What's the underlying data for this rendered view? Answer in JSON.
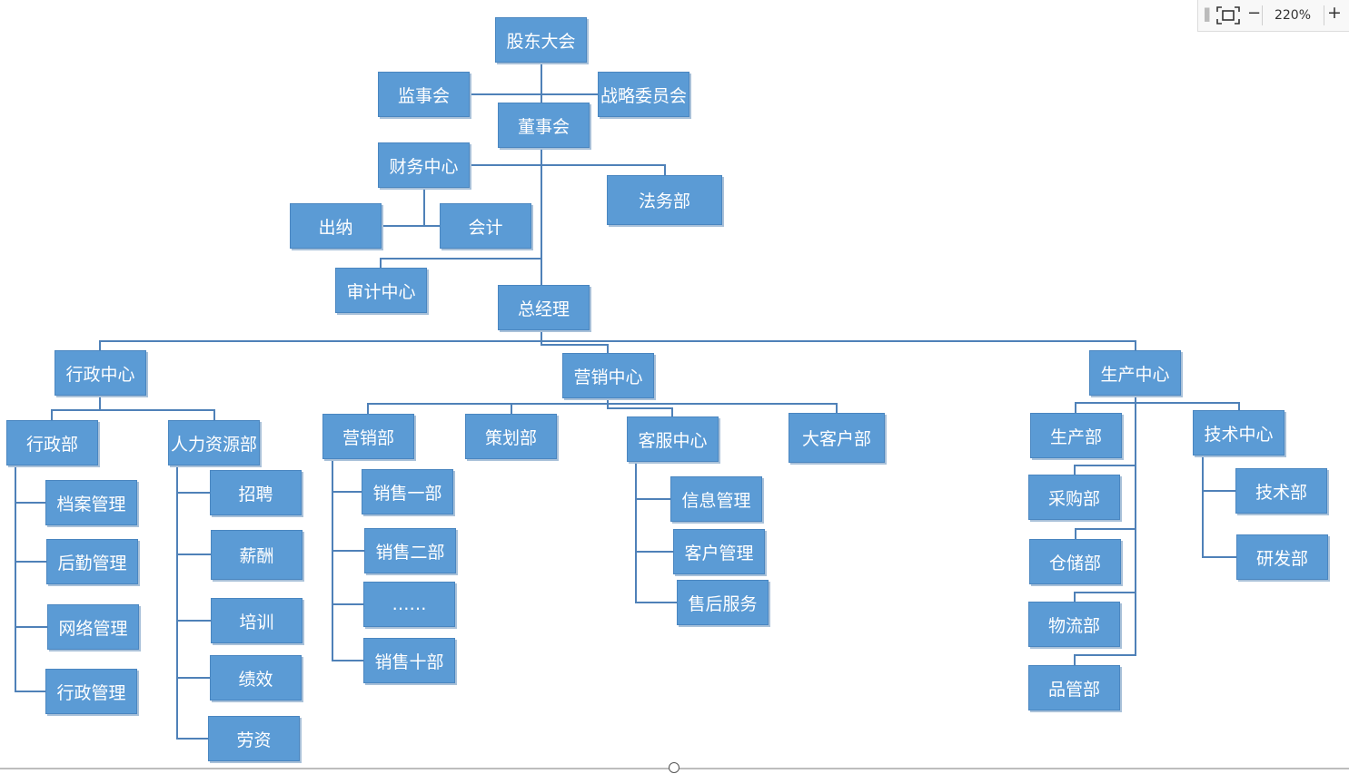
{
  "diagram": {
    "nodes": [
      {
        "id": "gudong",
        "label": "股东大会"
      },
      {
        "id": "jianshi",
        "label": "监事会"
      },
      {
        "id": "zhanlue",
        "label": "战略委员会"
      },
      {
        "id": "dongshi",
        "label": "董事会"
      },
      {
        "id": "caiwu",
        "label": "财务中心"
      },
      {
        "id": "fawu",
        "label": "法务部"
      },
      {
        "id": "chuna",
        "label": "出纳"
      },
      {
        "id": "kuaiji",
        "label": "会计"
      },
      {
        "id": "shenji",
        "label": "审计中心"
      },
      {
        "id": "zongjingli",
        "label": "总经理"
      },
      {
        "id": "xingzheng-zx",
        "label": "行政中心"
      },
      {
        "id": "yingxiao-zx",
        "label": "营销中心"
      },
      {
        "id": "shengchan-zx",
        "label": "生产中心"
      },
      {
        "id": "xingzhengbu",
        "label": "行政部"
      },
      {
        "id": "renli",
        "label": "人力资源部"
      },
      {
        "id": "dangan",
        "label": "档案管理"
      },
      {
        "id": "houqin",
        "label": "后勤管理"
      },
      {
        "id": "wangluo",
        "label": "网络管理"
      },
      {
        "id": "xingzheng-gl",
        "label": "行政管理"
      },
      {
        "id": "zhaopin",
        "label": "招聘"
      },
      {
        "id": "xinchou",
        "label": "薪酬"
      },
      {
        "id": "peixun",
        "label": "培训"
      },
      {
        "id": "jixiao",
        "label": "绩效"
      },
      {
        "id": "laozi",
        "label": "劳资"
      },
      {
        "id": "yingxiaobu",
        "label": "营销部"
      },
      {
        "id": "cehua",
        "label": "策划部"
      },
      {
        "id": "kefu",
        "label": "客服中心"
      },
      {
        "id": "dakehu",
        "label": "大客户部"
      },
      {
        "id": "xs1",
        "label": "销售一部"
      },
      {
        "id": "xs2",
        "label": "销售二部"
      },
      {
        "id": "xsdots",
        "label": "……"
      },
      {
        "id": "xs10",
        "label": "销售十部"
      },
      {
        "id": "xinxi",
        "label": "信息管理"
      },
      {
        "id": "kehu",
        "label": "客户管理"
      },
      {
        "id": "shouhou",
        "label": "售后服务"
      },
      {
        "id": "shengchanbu",
        "label": "生产部"
      },
      {
        "id": "jishu-zx",
        "label": "技术中心"
      },
      {
        "id": "caigou",
        "label": "采购部"
      },
      {
        "id": "cangchu",
        "label": "仓储部"
      },
      {
        "id": "wuliu",
        "label": "物流部"
      },
      {
        "id": "pinguan",
        "label": "品管部"
      },
      {
        "id": "jishubu",
        "label": "技术部"
      },
      {
        "id": "yanfa",
        "label": "研发部"
      }
    ],
    "edges": [
      [
        "gudong",
        "dongshi"
      ],
      [
        "dongshi",
        "jianshi"
      ],
      [
        "dongshi",
        "zhanlue"
      ],
      [
        "dongshi",
        "caiwu"
      ],
      [
        "dongshi",
        "fawu"
      ],
      [
        "caiwu",
        "chuna"
      ],
      [
        "caiwu",
        "kuaiji"
      ],
      [
        "dongshi",
        "shenji"
      ],
      [
        "dongshi",
        "zongjingli"
      ],
      [
        "zongjingli",
        "xingzheng-zx"
      ],
      [
        "zongjingli",
        "yingxiao-zx"
      ],
      [
        "zongjingli",
        "shengchan-zx"
      ],
      [
        "xingzheng-zx",
        "xingzhengbu"
      ],
      [
        "xingzheng-zx",
        "renli"
      ],
      [
        "xingzhengbu",
        "dangan"
      ],
      [
        "xingzhengbu",
        "houqin"
      ],
      [
        "xingzhengbu",
        "wangluo"
      ],
      [
        "xingzhengbu",
        "xingzheng-gl"
      ],
      [
        "renli",
        "zhaopin"
      ],
      [
        "renli",
        "xinchou"
      ],
      [
        "renli",
        "peixun"
      ],
      [
        "renli",
        "jixiao"
      ],
      [
        "renli",
        "laozi"
      ],
      [
        "yingxiao-zx",
        "yingxiaobu"
      ],
      [
        "yingxiao-zx",
        "cehua"
      ],
      [
        "yingxiao-zx",
        "kefu"
      ],
      [
        "yingxiao-zx",
        "dakehu"
      ],
      [
        "yingxiaobu",
        "xs1"
      ],
      [
        "yingxiaobu",
        "xs2"
      ],
      [
        "yingxiaobu",
        "xsdots"
      ],
      [
        "yingxiaobu",
        "xs10"
      ],
      [
        "kefu",
        "xinxi"
      ],
      [
        "kefu",
        "kehu"
      ],
      [
        "kefu",
        "shouhou"
      ],
      [
        "shengchan-zx",
        "shengchanbu"
      ],
      [
        "shengchan-zx",
        "jishu-zx"
      ],
      [
        "shengchan-zx",
        "caigou"
      ],
      [
        "shengchan-zx",
        "cangchu"
      ],
      [
        "shengchan-zx",
        "wuliu"
      ],
      [
        "shengchan-zx",
        "pinguan"
      ],
      [
        "jishu-zx",
        "jishubu"
      ],
      [
        "jishu-zx",
        "yanfa"
      ]
    ]
  },
  "colors": {
    "node_fill": "#5b9bd5",
    "node_border": "#4a86c0",
    "node_text": "#ffffff",
    "connector": "#4f81b8"
  },
  "zoom": {
    "level": "220%",
    "fit_icon": "fit-screen-icon",
    "minus_icon": "minus-icon",
    "plus_icon": "plus-icon"
  }
}
